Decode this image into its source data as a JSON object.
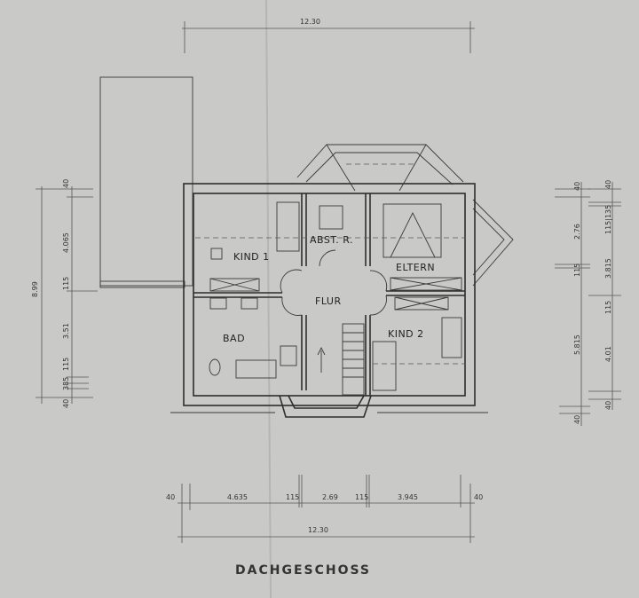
{
  "title": "DACHGESCHOSS",
  "rooms": {
    "kind1": "KIND 1",
    "abst": "ABST. R.",
    "eltern": "ELTERN",
    "flur": "FLUR",
    "bad": "BAD",
    "kind2": "KIND 2"
  },
  "dimensions": {
    "top_total": "12.30",
    "bottom_total": "12.30",
    "bottom": [
      "40",
      "4.635",
      "115",
      "2.69",
      "115",
      "3.945",
      "40"
    ],
    "left_total": "8.99",
    "left": [
      "40",
      "4.065",
      "115",
      "3.51",
      "115",
      "385",
      "40"
    ],
    "right_outer": [
      "40",
      "2.76",
      "115",
      "5.815",
      "40"
    ],
    "right_inner": [
      "40",
      "115|135",
      "3.815",
      "115",
      "4.01",
      "40"
    ]
  }
}
